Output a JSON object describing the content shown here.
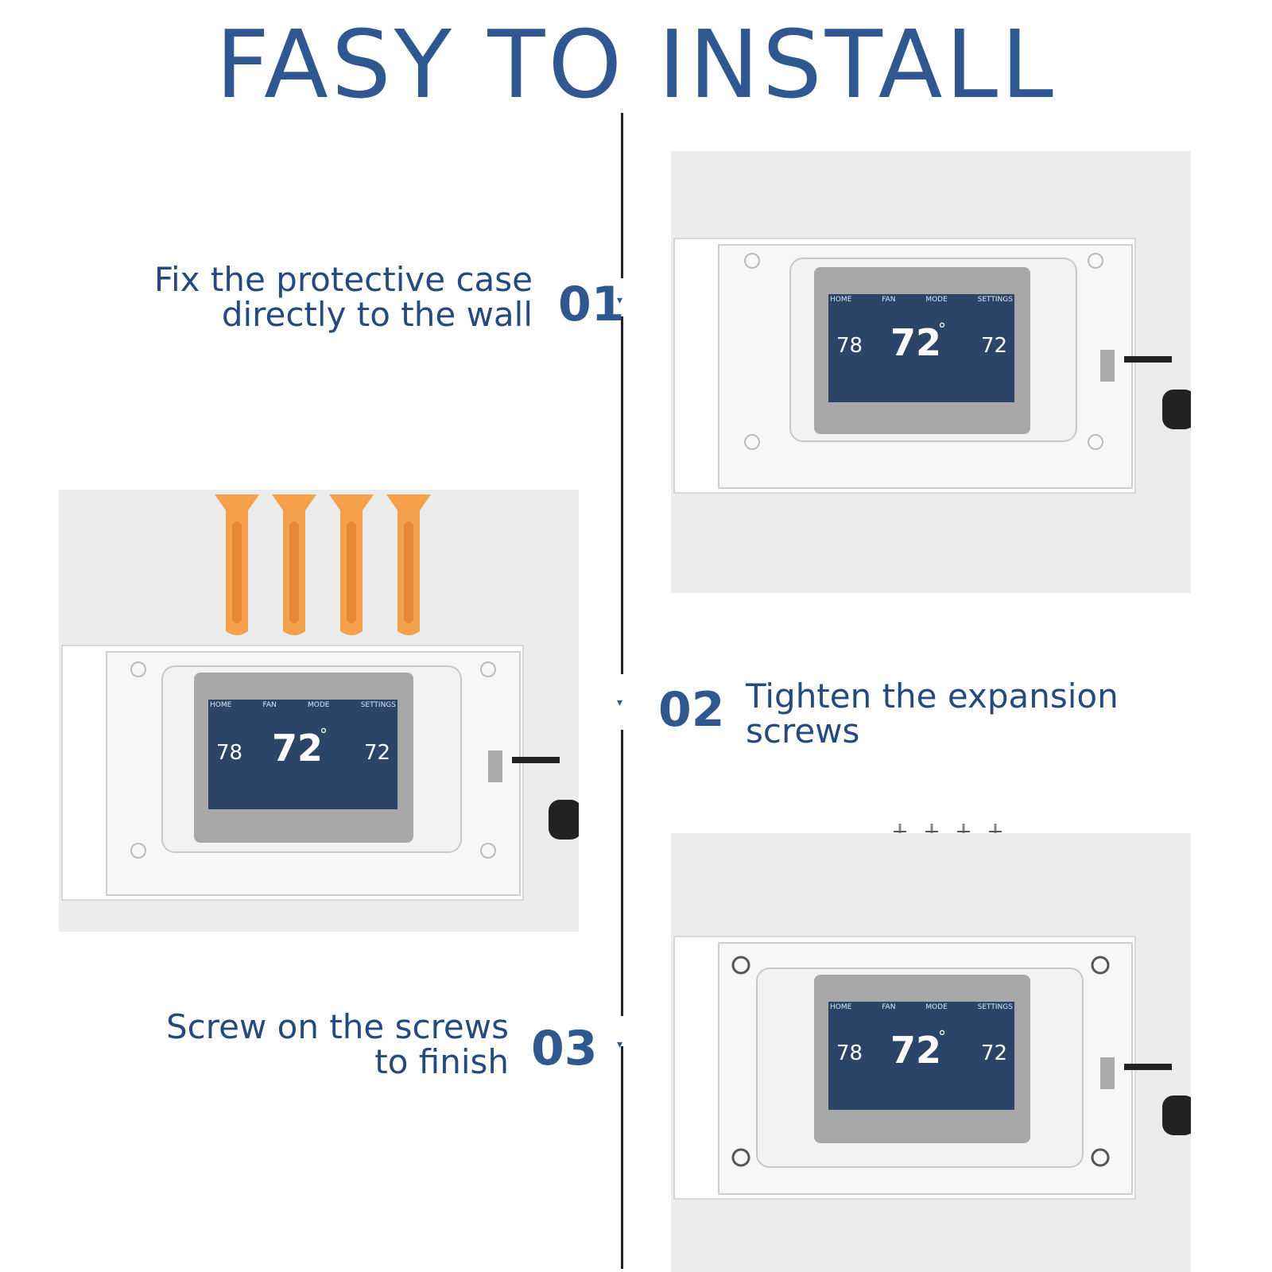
{
  "title": "FASY TO INSTALL",
  "steps": [
    {
      "number": "01",
      "line1": "Fix the protective case",
      "line2": "directly to the wall"
    },
    {
      "number": "02",
      "line1": "Tighten the expansion",
      "line2": "screws"
    },
    {
      "number": "03",
      "line1": "Screw on the screws",
      "line2": "to finish"
    }
  ],
  "thermostat": {
    "menu": [
      "HOME",
      "FAN",
      "MODE",
      "SETTINGS"
    ],
    "left_temp": "78",
    "center_temp": "72",
    "right_temp": "72",
    "degree": "°"
  },
  "colors": {
    "title": "#2f5790",
    "text": "#244a7f",
    "anchor": "#f5a04a",
    "screen": "#2b4468"
  }
}
